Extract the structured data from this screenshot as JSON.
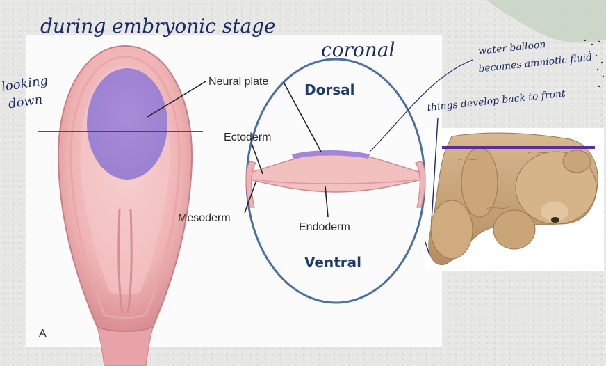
{
  "handwriting": {
    "title": "during embryonic stage",
    "looking": "looking",
    "down": "down",
    "coronal": "coronal",
    "water_line1": "water balloon",
    "water_line2": "becomes amniotic fluid",
    "develop": "things develop back to front"
  },
  "figure": {
    "neural_plate": "Neural plate",
    "ectoderm": "Ectoderm",
    "mesoderm": "Mesoderm",
    "endoderm": "Endoderm",
    "panel_letter": "A"
  },
  "orientation": {
    "dorsal": "Dorsal",
    "ventral": "Ventral"
  },
  "colors": {
    "embryo_pink": "#f2b5b7",
    "neural_plate": "#a58ad6",
    "ellipse_stroke": "#4a6fa5",
    "cut_line": "#2b3a6e",
    "bear_line": "#5b2c9c",
    "ink": "#1b2a66"
  }
}
